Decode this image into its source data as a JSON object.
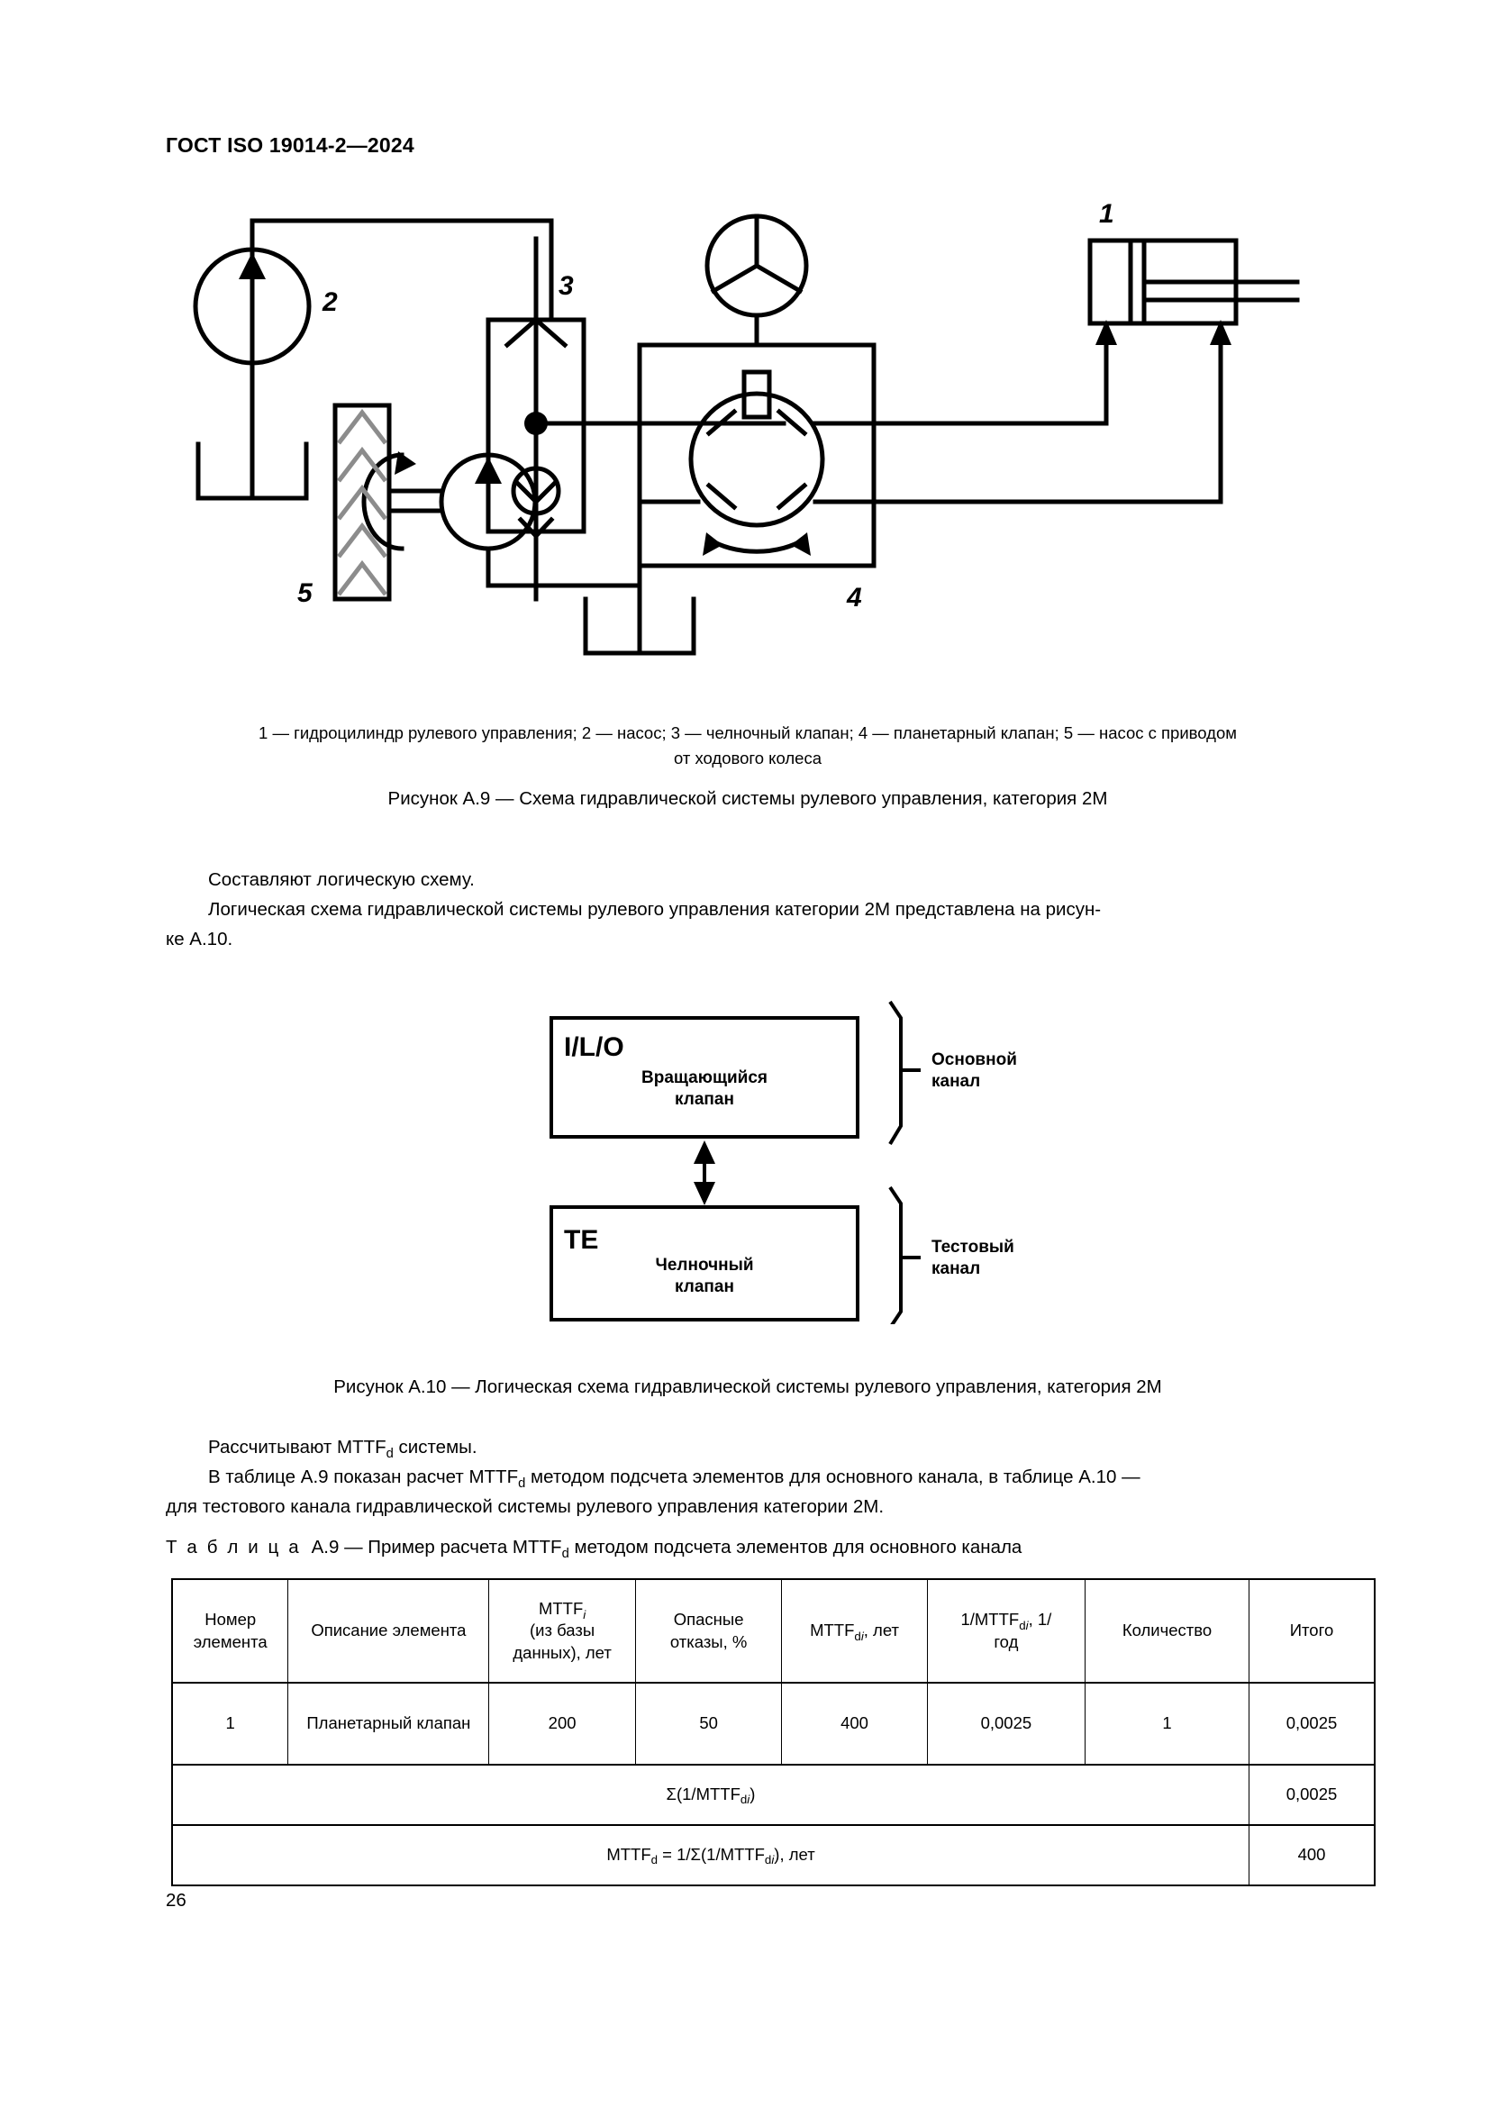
{
  "document": {
    "header": "ГОСТ ISO 19014-2—2024",
    "page_number": "26"
  },
  "figure_a9": {
    "legend_line1": "1 — гидроцилиндр рулевого управления; 2 — насос; 3 — челночный клапан; 4 — планетарный клапан; 5 — насос с приводом",
    "legend_line2": "от  ходового колеса",
    "caption": "Рисунок А.9 — Схема гидравлической системы рулевого управления, категория 2М",
    "callouts": {
      "one": "1",
      "two": "2",
      "three": "3",
      "four": "4",
      "five": "5"
    },
    "items": [
      {
        "num": "1",
        "label": "гидроцилиндр рулевого управления"
      },
      {
        "num": "2",
        "label": "насос"
      },
      {
        "num": "3",
        "label": "челночный клапан"
      },
      {
        "num": "4",
        "label": "планетарный клапан"
      },
      {
        "num": "5",
        "label": "насос с приводом от ходового колеса"
      }
    ]
  },
  "paragraphs": {
    "p1": "Составляют логическую схему.",
    "p2": "Логическая схема гидравлической системы рулевого управления категории 2М представлена на рисун-",
    "p2_cont": "ке  А.10.",
    "p3_a": "Рассчитывают MTTF",
    "p3_sub": "d",
    "p3_b": " системы.",
    "p4_a": "В таблице А.9 показан расчет MTTF",
    "p4_sub": "d",
    "p4_b": " методом подсчета элементов для основного канала, в таблице А.10 —",
    "p4_cont": "для тестового канала гидравлической системы рулевого управления категории 2М."
  },
  "figure_a10": {
    "caption": "Рисунок А.10 — Логическая схема гидравлической системы рулевого управления, категория 2М",
    "block_top": {
      "tag": "I/L/O",
      "line1": "Вращающийся",
      "line2": "клапан"
    },
    "block_bottom": {
      "tag": "TE",
      "line1": "Челночный",
      "line2": "клапан"
    },
    "brace_top": {
      "line1": "Основной",
      "line2": "канал"
    },
    "brace_bottom": {
      "line1": "Тестовый",
      "line2": "канал"
    }
  },
  "table_a9": {
    "title_prefix": "Т а б л и ц а",
    "title_main_a": "А.9 — Пример расчета MTTF",
    "title_sub": "d",
    "title_main_b": " методом подсчета элементов для основного канала",
    "headers": [
      {
        "line1": "Номер",
        "line2": "элемента"
      },
      {
        "line1": "Описание элемента"
      },
      {
        "line1": "MTTF",
        "sub_ital": "i",
        "line2": "(из базы",
        "line3": "данных), лет"
      },
      {
        "line1": "Опасные",
        "line2": "отказы, %"
      },
      {
        "line1": "MTTF",
        "sub": "d",
        "sub_ital": "i",
        "tail": ", лет"
      },
      {
        "line1": "1/MTTF",
        "sub": "d",
        "sub_ital": "i",
        "tail": ", 1/",
        "line2": "год"
      },
      {
        "line1": "Количество"
      },
      {
        "line1": "Итого"
      }
    ],
    "rows": [
      {
        "element_number": "1",
        "element_description": "Планетарный клапан",
        "mttf_i": "200",
        "dangerous_failures_pct": "50",
        "mttf_di": "400",
        "inv_mttf_di": "0,0025",
        "quantity": "1",
        "total": "0,0025"
      }
    ],
    "summary": [
      {
        "label_a": "Σ(1/MTTF",
        "label_sub": "d",
        "label_sub_ital": "i",
        "label_b": ")",
        "value": "0,0025"
      },
      {
        "label_a": "MTTF",
        "label_sub_d": "d",
        "label_mid": " = 1/Σ(1/MTTF",
        "label_sub": "d",
        "label_sub_ital": "i",
        "label_b": "), лет",
        "value": "400"
      }
    ]
  }
}
